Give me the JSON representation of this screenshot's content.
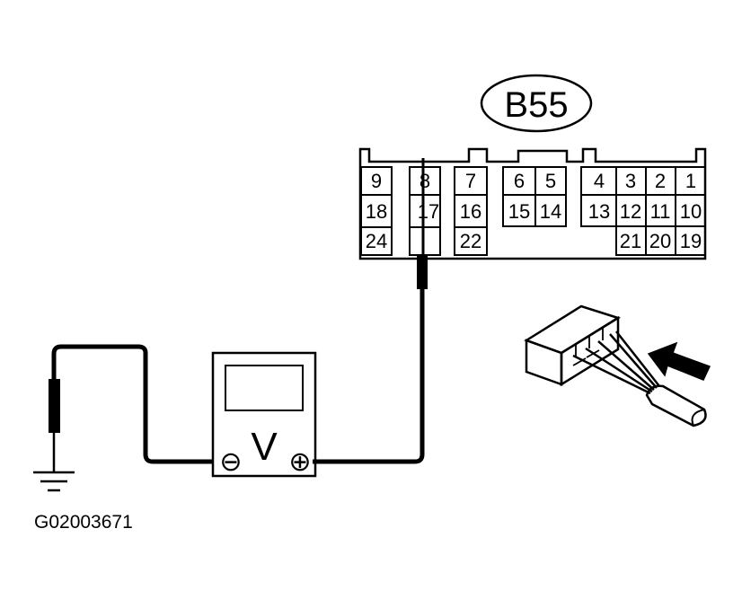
{
  "connector": {
    "id": "B55",
    "pins": [
      "1",
      "2",
      "3",
      "4",
      "5",
      "6",
      "7",
      "8",
      "9",
      "10",
      "11",
      "12",
      "13",
      "14",
      "15",
      "16",
      "17",
      "18",
      "19",
      "20",
      "21",
      "22",
      "24"
    ]
  },
  "meter": {
    "symbol": "V",
    "minus": "⊖",
    "plus": "⊕"
  },
  "figure_code": "G02003671",
  "icons": [
    "connector-face",
    "voltmeter",
    "ground-symbol",
    "harness-connector",
    "insertion-arrow"
  ],
  "colors": {
    "line": "#000000",
    "background": "#ffffff"
  }
}
